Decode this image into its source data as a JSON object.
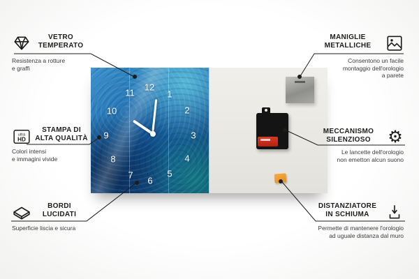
{
  "product": {
    "clock_numbers": [
      "12",
      "1",
      "2",
      "3",
      "4",
      "5",
      "6",
      "7",
      "8",
      "9",
      "10",
      "11"
    ]
  },
  "callouts": [
    {
      "id": "vetro-temperato",
      "icon": "gem-icon",
      "title": "VETRO\nTEMPERATO",
      "subtitle": "Resistenza a rotture\ne graffi"
    },
    {
      "id": "stampa-alta-qualita",
      "icon": "ultra-hd-icon",
      "icon_label_top": "ultra",
      "icon_label_bottom": "HD",
      "title": "STAMPA DI\nALTA QUALITÀ",
      "subtitle": "Colori intensi\ne immagini vivide"
    },
    {
      "id": "bordi-lucidati",
      "icon": "polished-edge-icon",
      "title": "BORDI\nLUCIDATI",
      "subtitle": "Superficie liscia e sicura"
    },
    {
      "id": "maniglie-metalliche",
      "icon": "picture-frame-icon",
      "title": "MANIGLIE\nMETALLICHE",
      "subtitle": "Consentono un facile\nmontaggio dell'orologio\na parete"
    },
    {
      "id": "meccanismo-silenzioso",
      "icon": "gear-icon",
      "gear_glyph": "⚙",
      "title": "MECCANISMO\nSILENZIOSO",
      "subtitle": "Le lancette dell'orologio\nnon emetton alcun suono"
    },
    {
      "id": "distanziatore-schiuma",
      "icon": "foam-spacer-icon",
      "title": "DISTANZIATORE\nIN SCHIUMA",
      "subtitle": "Permette di mantenere l'orologio\nad uguale distanza dal muro"
    }
  ],
  "colors": {
    "line": "#1d1d1b",
    "art_blue": "#1e6bae",
    "mechanism_black": "#141414",
    "battery_red": "#c22717",
    "foam_orange": "#f0a030",
    "plate_gray": "#9a9b97",
    "hands_white": "#ffffff"
  }
}
